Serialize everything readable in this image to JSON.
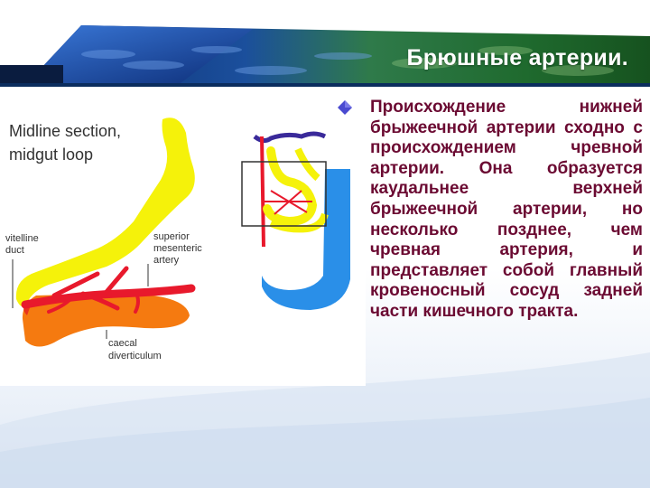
{
  "slide": {
    "title": "Брюшные артерии.",
    "body": "Происхождение нижней брыжеечной артерии сходно с происхождением чревной артерии. Она образуется каудальнее верхней брыжеечной артерии, но несколько позднее, чем чревная артерия, и представляет собой главный кровеносный сосуд задней части кишечного тракта."
  },
  "figure": {
    "heading_line1": "Midline section,",
    "heading_line2": "midgut loop",
    "label_vitelline_1": "vitelline",
    "label_vitelline_2": "duct",
    "label_sma_1": "superior",
    "label_sma_2": "mesenteric",
    "label_sma_3": "artery",
    "label_caecal_1": "caecal",
    "label_caecal_2": "diverticulum"
  },
  "colors": {
    "title_text": "#ffffff",
    "body_text": "#6b0a32",
    "bullet": "#4a4ad0",
    "gut_yellow": "#f5f20a",
    "caecal_orange": "#f57a10",
    "artery_red": "#e8192c",
    "vein_blue": "#2a8fe8"
  }
}
